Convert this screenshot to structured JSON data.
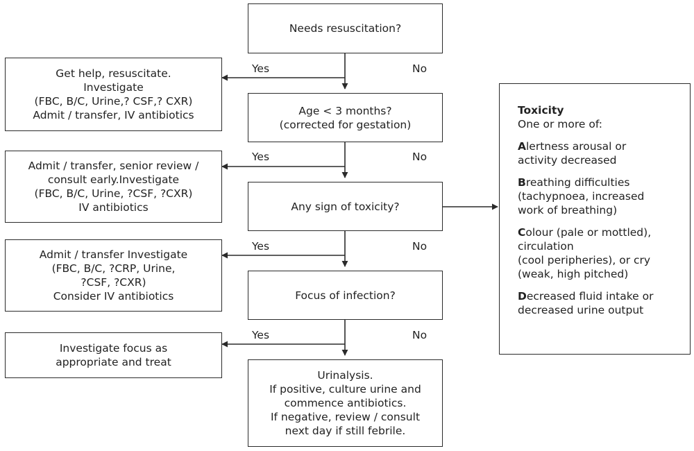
{
  "questions": {
    "q1": "Needs resuscitation?",
    "q2_lines": [
      "Age < 3 months?",
      "(corrected for gestation)"
    ],
    "q3": "Any sign of toxicity?",
    "q4": "Focus of infection?",
    "q5_lines": [
      "Urinalysis.",
      "If positive, culture urine and",
      "commence antibiotics.",
      "If negative, review / consult",
      "next day if still febrile."
    ]
  },
  "actions": {
    "a1_lines": [
      "Get help, resuscitate.",
      "Investigate",
      "(FBC, B/C, Urine,? CSF,? CXR)",
      "Admit / transfer, IV antibiotics"
    ],
    "a2_lines": [
      "Admit / transfer, senior review /",
      "consult early.Investigate",
      "(FBC, B/C, Urine, ?CSF, ?CXR)",
      "IV antibiotics"
    ],
    "a3_lines": [
      "Admit / transfer Investigate",
      "(FBC, B/C, ?CRP, Urine,",
      "?CSF, ?CXR)",
      "Consider IV antibiotics"
    ],
    "a4_lines": [
      "Investigate focus as",
      "appropriate and treat"
    ]
  },
  "branch_labels": {
    "yes": "Yes",
    "no": "No"
  },
  "toxicity": {
    "title": "Toxicity",
    "subtitle": "One or more of:",
    "items": [
      {
        "first": "A",
        "lines": [
          "lertness arousal or",
          "activity decreased"
        ]
      },
      {
        "first": "B",
        "lines": [
          "reathing difficulties",
          "(tachypnoea, increased",
          "work of breathing)"
        ]
      },
      {
        "first": "C",
        "lines": [
          "olour (pale or mottled),",
          "circulation",
          "(cool peripheries), or cry",
          "(weak, high pitched)"
        ]
      },
      {
        "first": "D",
        "lines": [
          "ecreased fluid intake or",
          "decreased urine output"
        ]
      }
    ]
  }
}
